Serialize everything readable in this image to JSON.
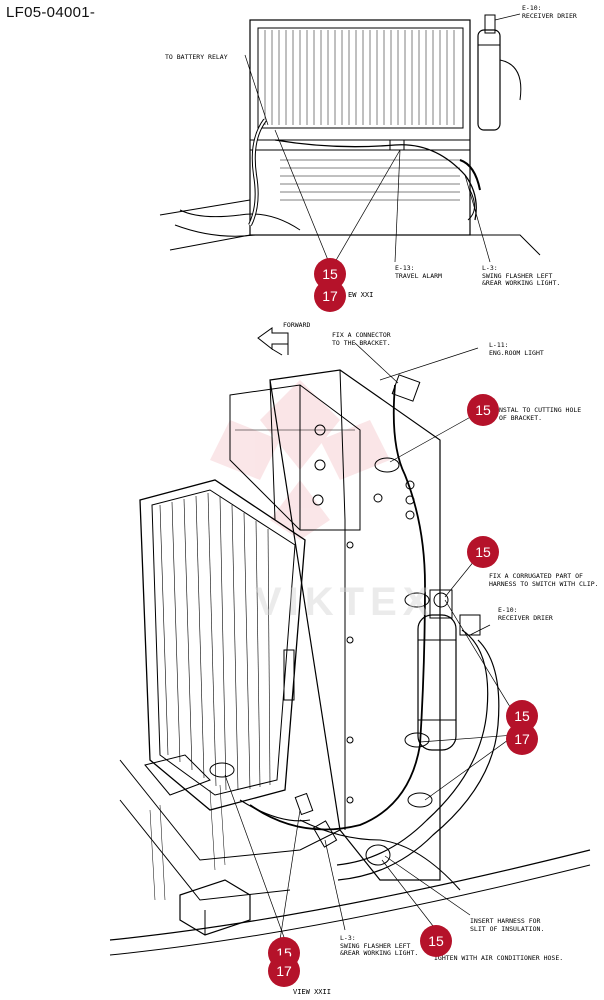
{
  "title": "LF05-04001-",
  "watermark": "VIKTEX",
  "colors": {
    "callout": "#b5122a",
    "line": "#000000",
    "watermark_logo": "#f2b7bd"
  },
  "labels": {
    "top_receiver_drier": "E-10:\nRECEIVER DRIER",
    "to_battery_relay": "TO BATTERY RELAY",
    "travel_alarm": "E-13:\nTRAVEL ALARM",
    "swing_flasher_top": "L-3:\nSWING FLASHER LEFT\n&REAR WORKING LIGHT.",
    "view_xxi": "EW XXI",
    "forward": "FORWARD",
    "fix_connector": "FIX A CONNECTOR\nTO THE BRACKET.",
    "eng_room_light": "L-11:\nENG.ROOM LIGHT",
    "install_cutting": "NSTAL TO CUTTING HOLE\nOF BRACKET.",
    "fix_corrugated": "FIX A CORRUGATED PART OF\nHARNESS TO SWITCH WITH CLIP.",
    "receiver_drier": "E-10:\nRECEIVER DRIER",
    "insert_harness": "INSERT HARNESS FOR\nSLIT OF INSULATION.",
    "swing_flasher_bottom": "L-3:\nSWING FLASHER LEFT\n&REAR WORKING LIGHT.",
    "tighten": "IGHTEN WITH AIR CONDITIONER HOSE.",
    "view_xxii": "VIEW XXII"
  },
  "callouts": {
    "c1": "15",
    "c2": "17",
    "c3": "15",
    "c4": "15",
    "c5": "15",
    "c6": "17",
    "c7": "15",
    "c8": "15",
    "c9": "17"
  }
}
